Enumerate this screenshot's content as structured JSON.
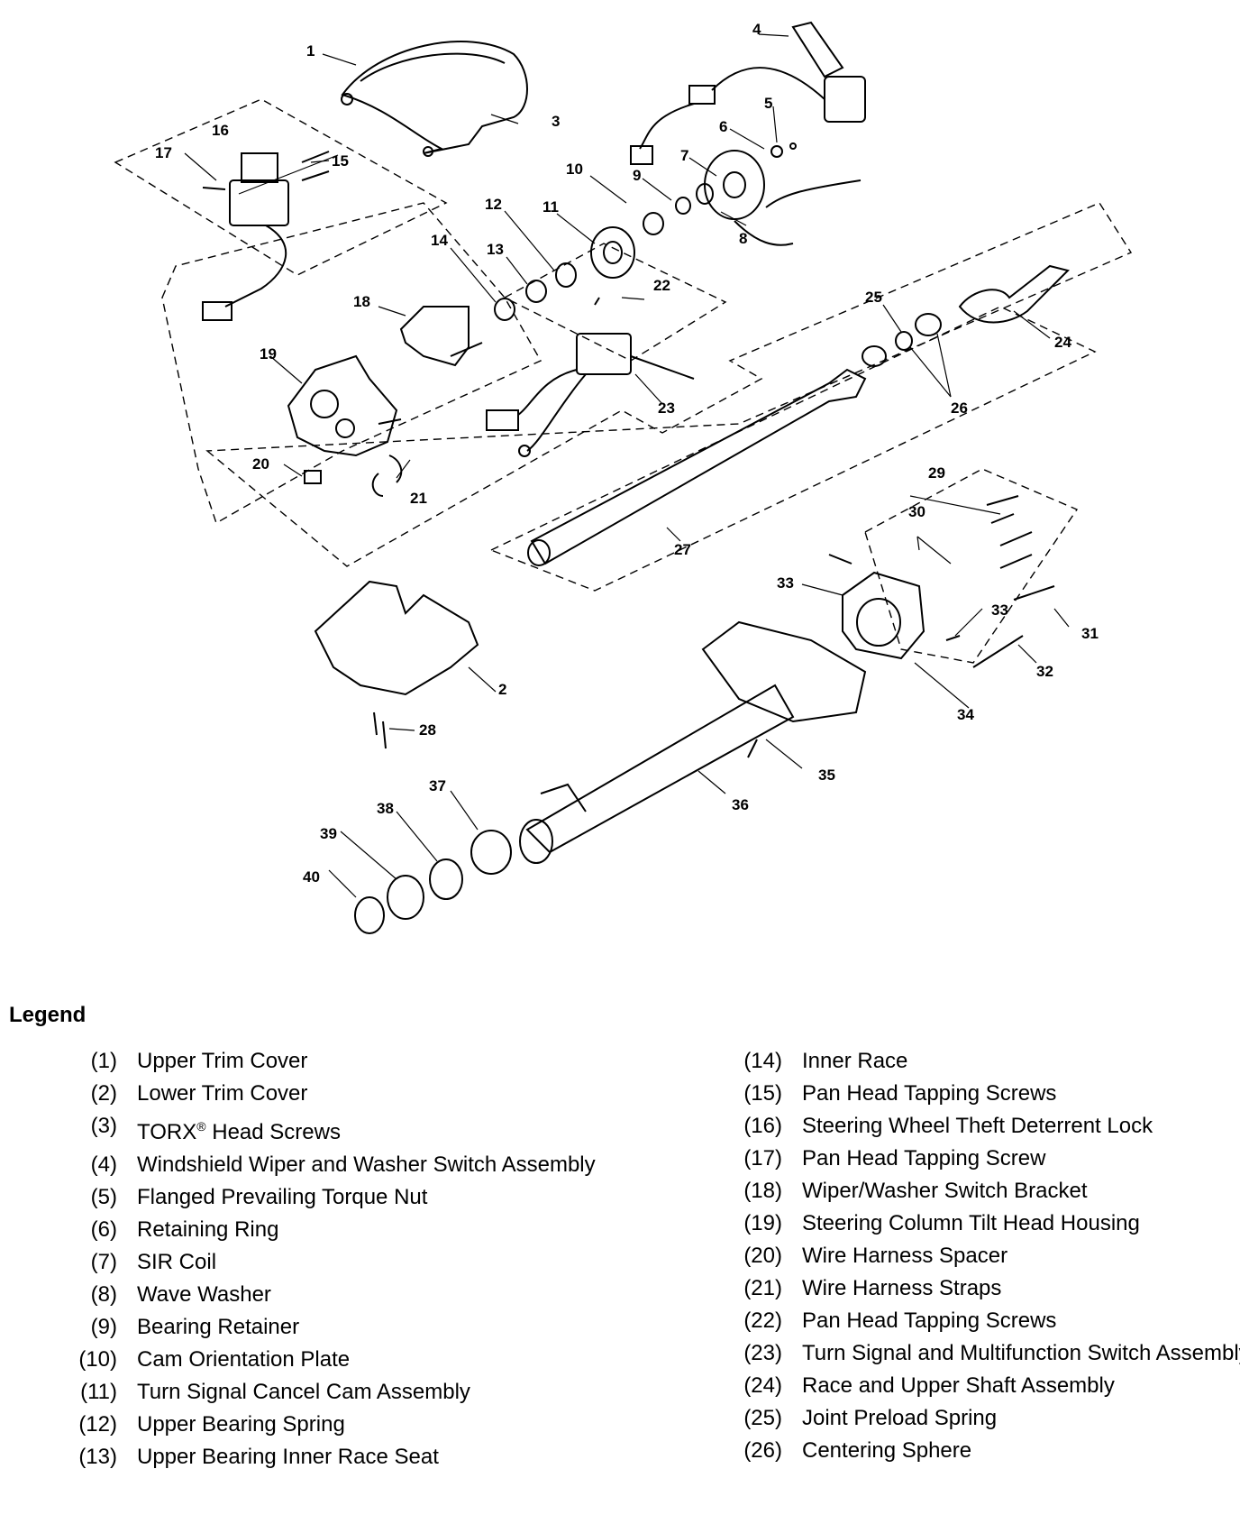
{
  "diagram": {
    "callouts": [
      "1",
      "2",
      "3",
      "4",
      "5",
      "6",
      "7",
      "8",
      "9",
      "10",
      "11",
      "12",
      "13",
      "14",
      "15",
      "16",
      "17",
      "18",
      "19",
      "20",
      "21",
      "22",
      "23",
      "24",
      "25",
      "26",
      "27",
      "28",
      "29",
      "30",
      "31",
      "32",
      "33",
      "33",
      "34",
      "35",
      "36",
      "37",
      "38",
      "39",
      "40"
    ]
  },
  "legend": {
    "title": "Legend",
    "left": [
      {
        "num": "(1)",
        "text": "Upper Trim Cover"
      },
      {
        "num": "(2)",
        "text": "Lower Trim Cover"
      },
      {
        "num": "(3)",
        "text": "TORX",
        "sup": "®",
        "after": " Head Screws"
      },
      {
        "num": "(4)",
        "text": "Windshield Wiper and Washer Switch Assembly"
      },
      {
        "num": "(5)",
        "text": "Flanged Prevailing Torque Nut"
      },
      {
        "num": "(6)",
        "text": "Retaining Ring"
      },
      {
        "num": "(7)",
        "text": "SIR Coil"
      },
      {
        "num": "(8)",
        "text": "Wave Washer"
      },
      {
        "num": "(9)",
        "text": "Bearing Retainer"
      },
      {
        "num": "(10)",
        "text": "Cam Orientation Plate"
      },
      {
        "num": "(11)",
        "text": "Turn Signal Cancel Cam Assembly"
      },
      {
        "num": "(12)",
        "text": "Upper Bearing Spring"
      },
      {
        "num": "(13)",
        "text": "Upper Bearing Inner Race Seat"
      }
    ],
    "right": [
      {
        "num": "(14)",
        "text": "Inner Race"
      },
      {
        "num": "(15)",
        "text": "Pan Head Tapping Screws"
      },
      {
        "num": "(16)",
        "text": "Steering Wheel Theft Deterrent Lock"
      },
      {
        "num": "(17)",
        "text": "Pan Head Tapping Screw"
      },
      {
        "num": "(18)",
        "text": "Wiper/Washer Switch Bracket"
      },
      {
        "num": "(19)",
        "text": "Steering Column Tilt Head Housing"
      },
      {
        "num": "(20)",
        "text": "Wire Harness Spacer"
      },
      {
        "num": "(21)",
        "text": "Wire Harness Straps"
      },
      {
        "num": "(22)",
        "text": "Pan Head Tapping Screws"
      },
      {
        "num": "(23)",
        "text": "Turn Signal and Multifunction Switch Assembly"
      },
      {
        "num": "(24)",
        "text": "Race and Upper Shaft Assembly"
      },
      {
        "num": "(25)",
        "text": "Joint Preload Spring"
      },
      {
        "num": "(26)",
        "text": "Centering Sphere"
      }
    ]
  }
}
